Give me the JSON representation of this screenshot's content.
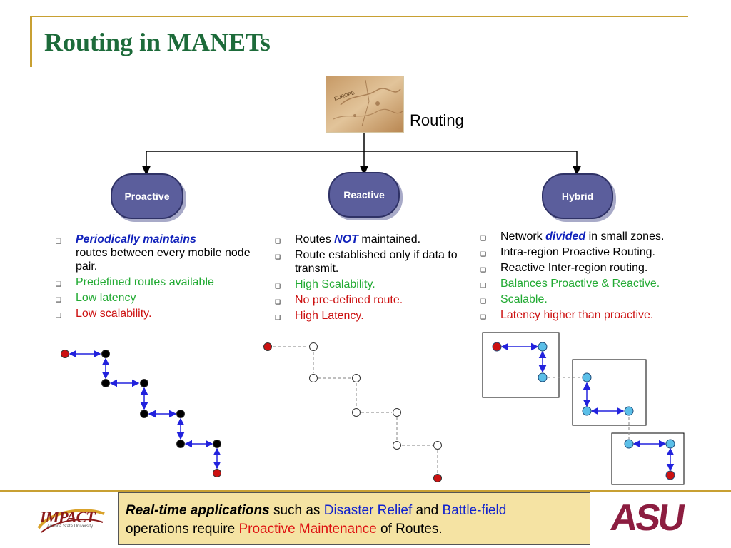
{
  "slide": {
    "title": "Routing in MANETs"
  },
  "root": {
    "label": "Routing"
  },
  "categories": {
    "proactive": {
      "label": "Proactive"
    },
    "reactive": {
      "label": "Reactive"
    },
    "hybrid": {
      "label": "Hybrid"
    }
  },
  "proactive_points": {
    "p1_kw": "Periodically maintains",
    "p1_rest": "routes between every mobile node pair.",
    "p2": "Predefined routes available",
    "p3": "Low latency",
    "p4": "Low scalability."
  },
  "reactive_points": {
    "r1_pre": "Routes ",
    "r1_kw": "NOT",
    "r1_post": " maintained.",
    "r2": "Route established only if data to transmit.",
    "r3": "High Scalability.",
    "r4": "No pre-defined route.",
    "r5": "High Latency."
  },
  "hybrid_points": {
    "h1_pre": "Network ",
    "h1_kw": "divided",
    "h1_post": " in small zones.",
    "h2": "Intra-region Proactive Routing.",
    "h3": "Reactive Inter-region routing.",
    "h4": "Balances Proactive & Reactive.",
    "h5": "Scalable.",
    "h6": "Latency higher than proactive."
  },
  "callout": {
    "t1": "Real-time applications",
    "t2": " such as ",
    "t3": "Disaster Relief",
    "t4": " and ",
    "t5": "Battle-field",
    "t6": "operations require ",
    "t7": "Proactive Maintenance",
    "t8": " of Routes."
  },
  "map_text": "EUROPE",
  "logos": {
    "left": "IMPACT",
    "left_sub": "Arizona State University",
    "right": "ASU"
  },
  "colors": {
    "title": "#1d6b3a",
    "node_fill": "#5b5e9c",
    "positive": "#22aa33",
    "negative": "#cc1111",
    "emphasis": "#1122bb",
    "callout_bg": "#f5e3a3",
    "accent_rule": "#c8a032",
    "source_node": "#cc1111",
    "hybrid_node": "#5bbfe8",
    "link_arrow": "#2222dd"
  }
}
